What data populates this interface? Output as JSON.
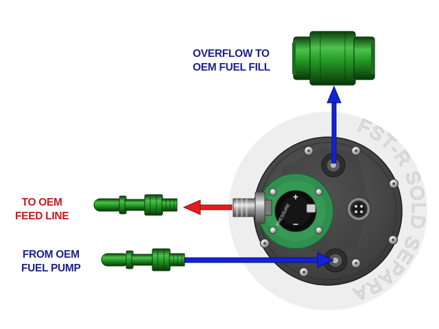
{
  "labels": {
    "overflow": [
      "OVERFLOW TO",
      "OEM FUEL FILL"
    ],
    "feed": [
      "TO OEM",
      "FEED LINE"
    ],
    "pump": [
      "FROM OEM",
      "FUEL PUMP"
    ]
  },
  "watermark": "FST-R SOLD SEPARATELY",
  "plate_text": "PRESSURE",
  "plate_signs": {
    "plus": "+",
    "minus": "−"
  },
  "colors": {
    "blue_label": "#1b1f8f",
    "red_label": "#c8191b",
    "blue_arrow": "#1522d9",
    "red_arrow": "#e0201f",
    "fitting_green": "#1f8a1f",
    "housing": "#4a4a4a",
    "watermark": "#d9d9d9"
  },
  "icons": [
    "arrow-up-icon",
    "arrow-left-icon",
    "arrow-right-icon",
    "electrical-connector-icon"
  ]
}
